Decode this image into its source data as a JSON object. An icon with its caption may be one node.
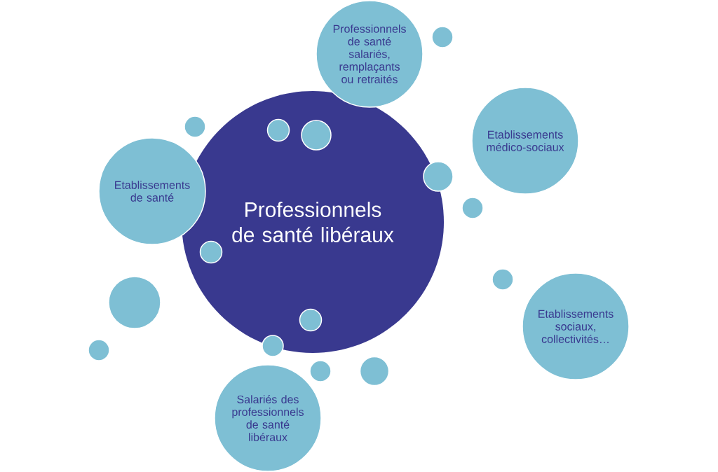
{
  "diagram": {
    "nodes": [
      {
        "text": [
          "Professionnels de santé libéraux"
        ]
      },
      {
        "text": [
          "Professionnels de santé salariés, remplaçants ou retraités"
        ]
      },
      {
        "text": [],
        "shape": "circle"
      },
      {
        "text": [],
        "shape": "circle"
      },
      {
        "text": [],
        "shape": "circle",
        "in": 0
      },
      {
        "text": [],
        "shape": "circle",
        "in": 0
      },
      {
        "text": [
          "Etablissements médico-sociaux"
        ]
      },
      {
        "text": [],
        "shape": "circle"
      },
      {
        "text": [
          "Etablissements de santé"
        ]
      },
      {
        "text": [],
        "shape": "circle"
      },
      {
        "text": [],
        "shape": "circle",
        "in": 0
      },
      {
        "text": [],
        "shape": "circle"
      },
      {
        "text": [],
        "shape": "circle"
      },
      {
        "text": [],
        "shape": "circle",
        "in": 0
      },
      {
        "text": [
          "Etablissements sociaux, collectivités…"
        ]
      },
      {
        "text": [],
        "shape": "circle"
      },
      {
        "text": [],
        "shape": "circle"
      },
      {
        "text": [],
        "shape": "circle"
      },
      {
        "text": [],
        "shape": "circle"
      },
      {
        "text": [
          "Salariés des professionnels de santé libéraux"
        ]
      }
    ]
  }
}
